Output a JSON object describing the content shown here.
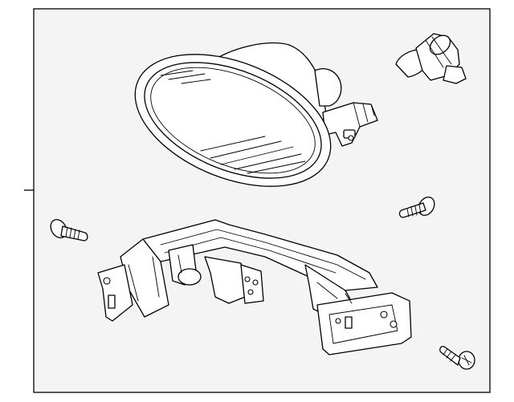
{
  "diagram": {
    "background_color": "#ffffff",
    "panel_color": "#f4f4f4",
    "line_color": "#000000",
    "parts": [
      {
        "name": "fog-lamp-assembly"
      },
      {
        "name": "bulb"
      },
      {
        "name": "mounting-bracket"
      },
      {
        "name": "screw-left"
      },
      {
        "name": "screw-right"
      },
      {
        "name": "screw-bottom"
      }
    ]
  }
}
